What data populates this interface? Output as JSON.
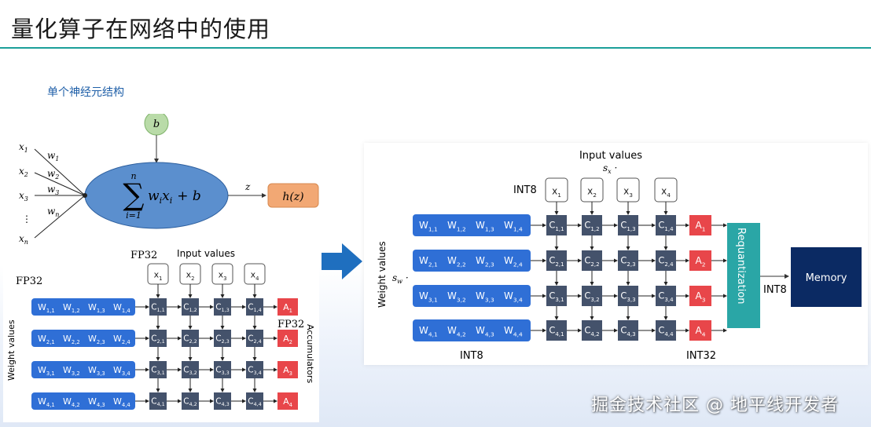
{
  "page": {
    "title": "量化算子在网络中的使用",
    "subtitle": "单个神经元结构",
    "watermark": "掘金技术社区 @ 地平线开发者"
  },
  "neuron": {
    "bias": "b",
    "inputs": [
      "x",
      "x",
      "x",
      "⋮",
      "x"
    ],
    "input_subs": [
      "1",
      "2",
      "3",
      "",
      "n"
    ],
    "weights": [
      "w",
      "w",
      "w",
      "w"
    ],
    "weight_subs": [
      "1",
      "2",
      "3",
      "n"
    ],
    "sum_top": "n",
    "sum_bottom": "i=1",
    "sum_body": "w",
    "sum_body_x": "x",
    "sum_body_i": "i",
    "sum_tail": "+ b",
    "z_label": "z",
    "activation": "h(z)"
  },
  "left_array": {
    "fp32_a": "FP32",
    "fp32_b": "FP32",
    "fp32_c": "FP32",
    "input_values_label": "Input values",
    "weight_values_label": "Weight values",
    "accumulators_label": "Accumulators"
  },
  "right_array": {
    "input_values_label": "Input values",
    "scale_x": "s",
    "scale_x_sub": "x",
    "scale_w": "s",
    "scale_w_sub": "w",
    "int8_top": "INT8",
    "int8_bottom": "INT8",
    "int32_bottom": "INT32",
    "int8_mid": "INT8",
    "weight_values_label": "Weight values",
    "requant_label": "Requantization",
    "memory_label": "Memory"
  },
  "colors": {
    "neuron_fill": "#5b8fce",
    "bias_fill": "#b9dba8",
    "activation_fill": "#f2a874",
    "weight_bar": "#2f6fd6",
    "acc_cell": "#44526b",
    "out_cell": "#e8464a",
    "requant": "#2aa6a6",
    "memory": "#0b2a63",
    "arrow": "#1f6fbf",
    "rule": "#1b9f9a"
  }
}
